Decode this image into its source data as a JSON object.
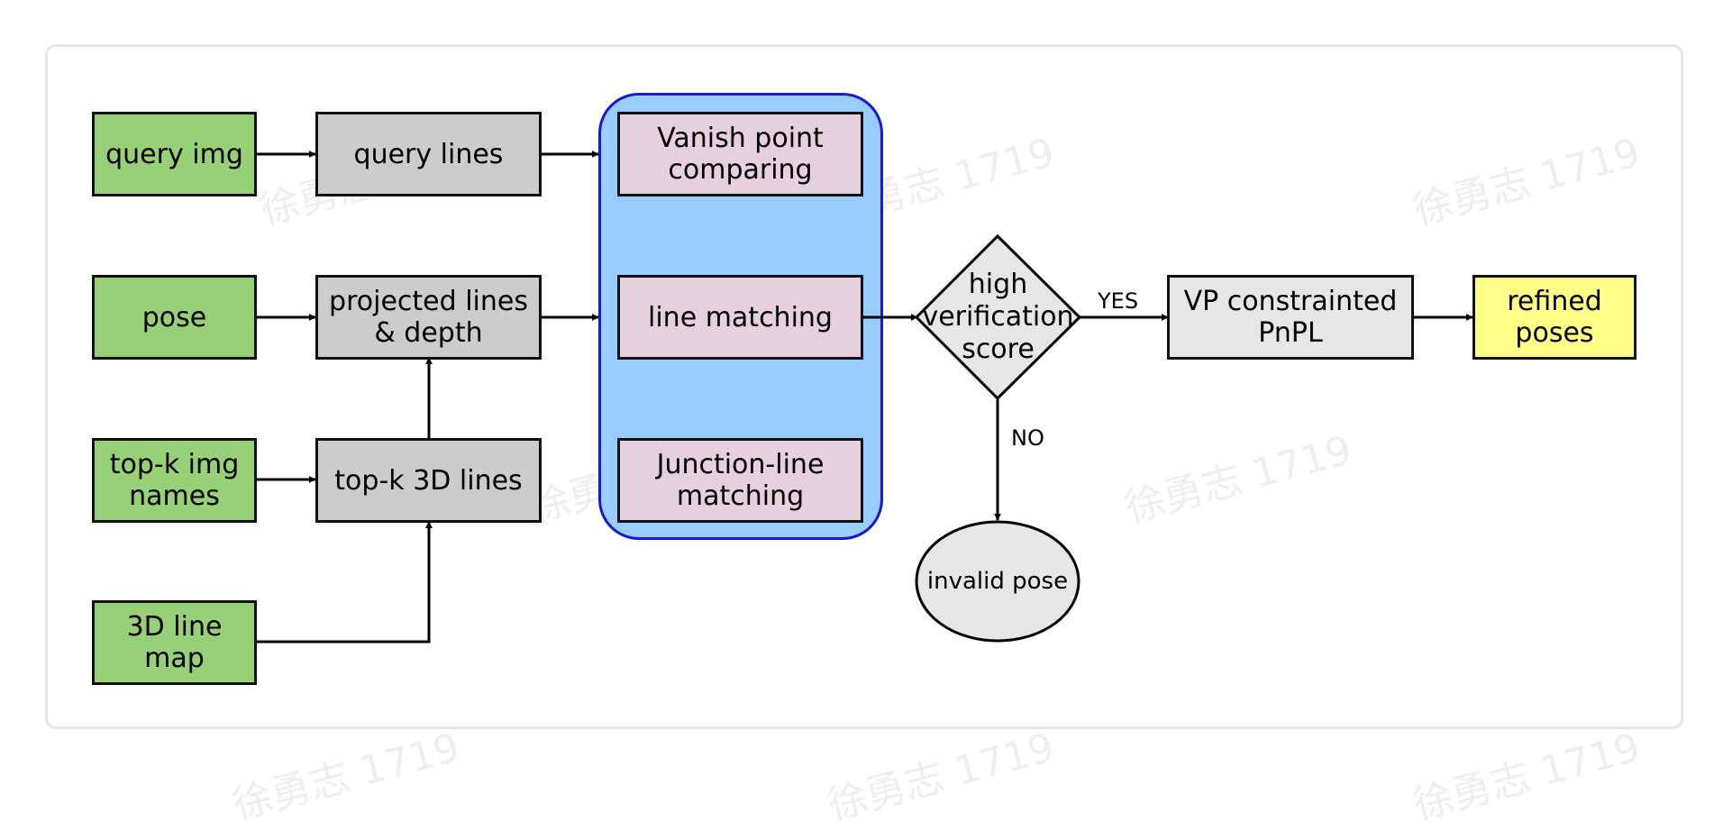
{
  "nodes": {
    "query_img": "query img",
    "query_lines": "query lines",
    "pose": "pose",
    "projected_lines": "projected lines\n& depth",
    "topk_img_names": "top-k img\nnames",
    "topk_3d_lines": "top-k 3D lines",
    "line_map_3d": "3D line map",
    "vanish_point": "Vanish point\ncomparing",
    "line_matching": "line matching",
    "junction_line": "Junction-line\nmatching",
    "decision": "high\nverification\nscore",
    "vp_pnpl": "VP constrainted\nPnPL",
    "refined_poses": "refined\nposes",
    "invalid_pose": "invalid pose"
  },
  "edge_labels": {
    "yes": "YES",
    "no": "NO"
  },
  "colors": {
    "input_fill": "#97d077",
    "process_fill": "#cccccc",
    "group_fill": "#99ccff",
    "group_border": "#1a1acc",
    "match_fill": "#e6d0de",
    "output_fill": "#ffff88",
    "terminal_fill": "#e6e6e6"
  },
  "watermark": "徐勇志 1719"
}
